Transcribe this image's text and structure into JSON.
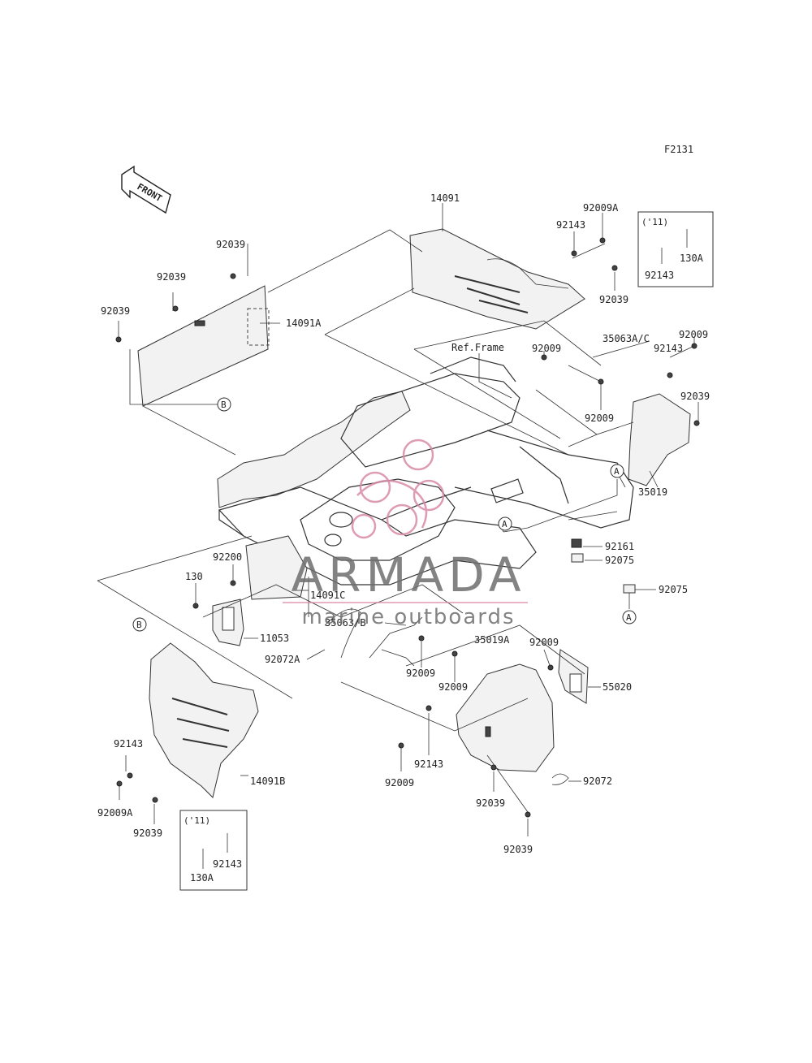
{
  "figure_id": "F2131",
  "front_arrow_label": "FRONT",
  "ref_frame_label": "Ref.Frame",
  "watermark": {
    "title": "ARMADA",
    "subtitle": "marine outboards",
    "accent_color": "#d98aa8",
    "text_color": "#6e6e6e"
  },
  "callouts": [
    "A",
    "B"
  ],
  "inset_boxes": [
    {
      "year": "('11)",
      "parts": [
        "92143",
        "130A"
      ]
    },
    {
      "year": "('11)",
      "parts": [
        "92143",
        "130A"
      ]
    }
  ],
  "part_labels": [
    "14091",
    "92009A",
    "92143",
    "92039",
    "92039",
    "92039",
    "92039",
    "14091A",
    "92009",
    "35063A/C",
    "92009",
    "92143",
    "92039",
    "92009",
    "35019",
    "92161",
    "92075",
    "92075",
    "92200",
    "130",
    "14091C",
    "35063/B",
    "11053",
    "92072A",
    "92009",
    "92009",
    "35019A",
    "92009",
    "55020",
    "92143",
    "92009A",
    "92039",
    "14091B",
    "92009",
    "92143",
    "92039",
    "92072",
    "92039"
  ]
}
